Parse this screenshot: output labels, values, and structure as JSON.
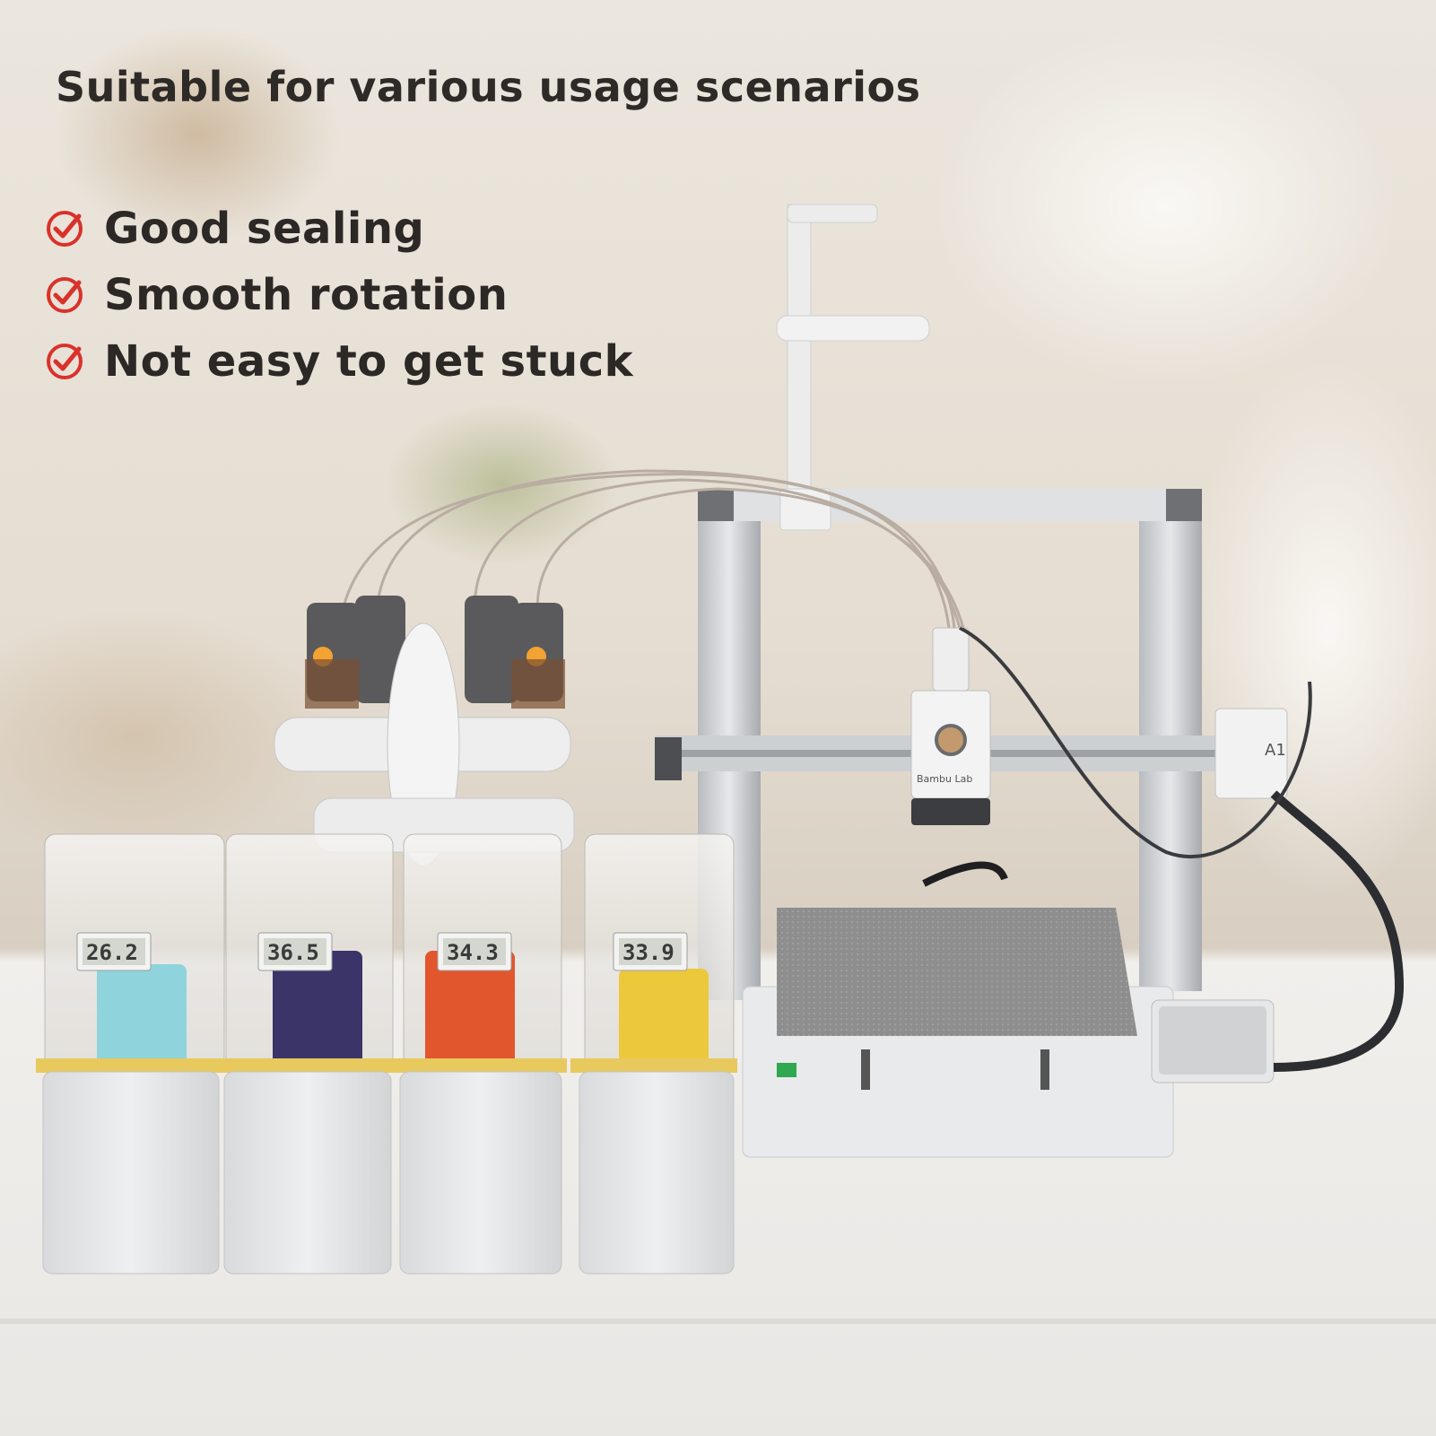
{
  "headline": "Suitable for various usage scenarios",
  "features": [
    {
      "label": "Good sealing",
      "icon": "check-circle-icon"
    },
    {
      "label": "Smooth rotation",
      "icon": "check-circle-icon"
    },
    {
      "label": "Not easy to get stuck",
      "icon": "check-circle-icon"
    }
  ],
  "dry_boxes": [
    {
      "display": "26.2",
      "filament_color": "#8fd3dc"
    },
    {
      "display": "36.5",
      "filament_color": "#3b3468"
    },
    {
      "display": "34.3",
      "filament_color": "#e2562e"
    },
    {
      "display": "33.9",
      "filament_color": "#ecc93a"
    }
  ],
  "printer": {
    "brand": "Bambu Lab",
    "model": "A1"
  },
  "colors": {
    "accent_check": "#d9322b",
    "text": "#2e2a27"
  }
}
